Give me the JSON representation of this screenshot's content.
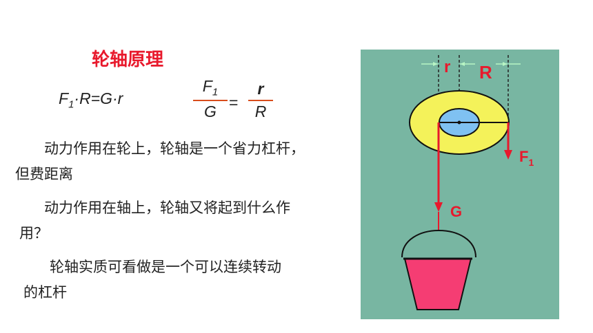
{
  "title": "轮轴原理",
  "formula": {
    "f": "F",
    "sub": "1",
    "rest": "·R=G·r"
  },
  "fraction_left": {
    "num_f": "F",
    "num_sub": "1",
    "den": "G"
  },
  "equals": "=",
  "fraction_right": {
    "num": "r",
    "den": "R"
  },
  "paragraphs": [
    {
      "line1": "动力作用在轮上，轮轴是一个省力杠杆，",
      "line2": "但费距离"
    },
    {
      "line1": "动力作用在轴上，轮轴又将起到什么作",
      "line2": "用？"
    },
    {
      "line1": "轮轴实质可看做是一个可以连续转动",
      "line2": "的杠杆"
    }
  ],
  "diagram": {
    "label_r": "r",
    "label_R": "R",
    "label_F": "F",
    "label_F_sub": "1",
    "label_G": "G",
    "colors": {
      "background": "#78b6a2",
      "wheel": "#f4f25a",
      "axle": "#7fc1f2",
      "bucket": "#f53d73",
      "arrow": "#e8192c"
    }
  }
}
